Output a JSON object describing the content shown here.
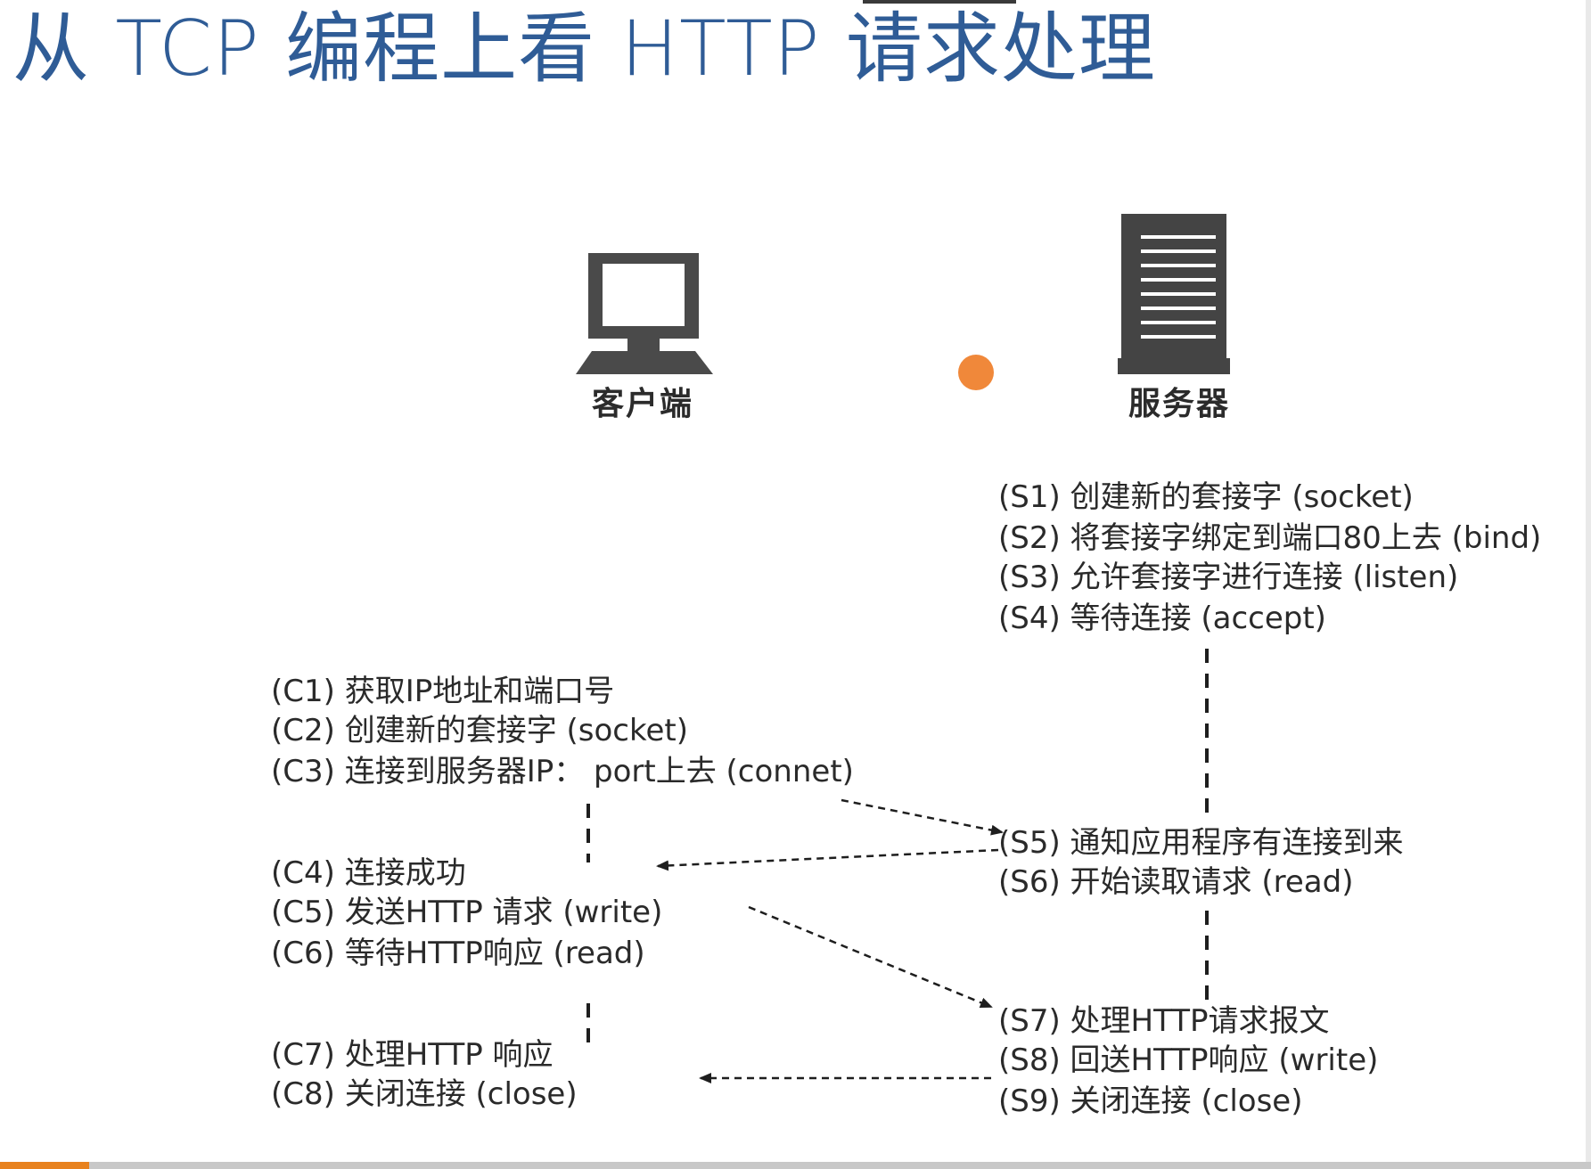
{
  "title": "从 TCP 编程上看 HTTP 请求处理",
  "client": {
    "caption": "客户端",
    "icon": "computer-icon",
    "steps": [
      "(C1) 获取IP地址和端口号",
      "(C2) 创建新的套接字 (socket)",
      "(C3) 连接到服务器IP： port上去 (connet)",
      "(C4) 连接成功",
      "(C5) 发送HTTP 请求 (write)",
      "(C6) 等待HTTP响应 (read)",
      "(C7) 处理HTTP 响应",
      "(C8) 关闭连接  (close)"
    ]
  },
  "server": {
    "caption": "服务器",
    "icon": "server-tower-icon",
    "steps": [
      "(S1) 创建新的套接字 (socket)",
      "(S2) 将套接字绑定到端口80上去 (bind)",
      "(S3) 允许套接字进行连接 (listen)",
      "(S4) 等待连接 (accept)",
      "(S5) 通知应用程序有连接到来",
      "(S6) 开始读取请求 (read)",
      "(S7) 处理HTTP请求报文",
      "(S8) 回送HTTP响应 (write)",
      "(S9) 关闭连接 (close)"
    ]
  },
  "colors": {
    "title": "#2f5c96",
    "text": "#2a2a2a",
    "cursor": "#f0883a",
    "accent": "#e8821e"
  }
}
